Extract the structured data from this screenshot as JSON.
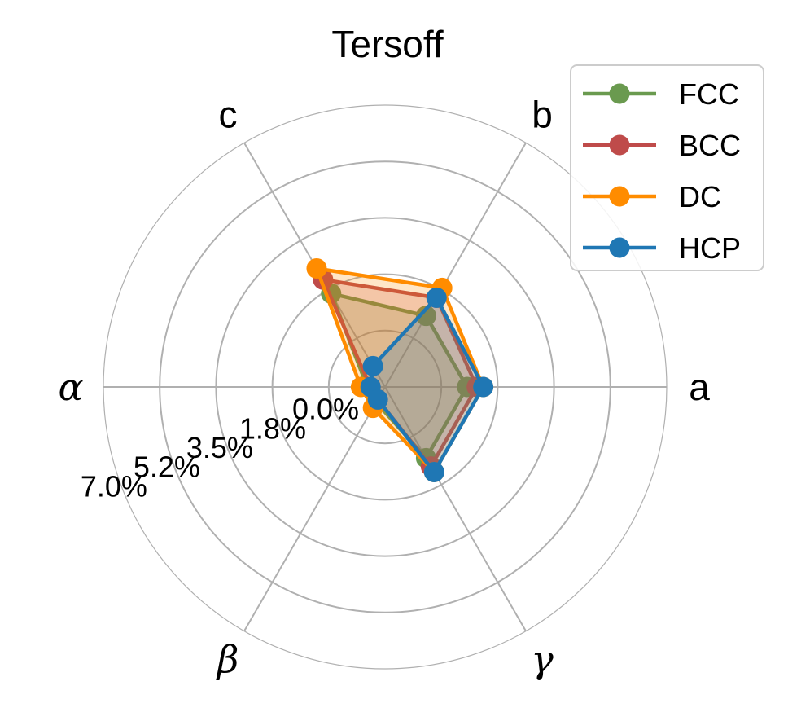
{
  "chart_data": {
    "type": "radar",
    "title": "Tersoff",
    "axes": [
      "a",
      "b",
      "c",
      "α",
      "β",
      "γ"
    ],
    "radial_tick_labels": [
      "0.0%",
      "1.8%",
      "3.5%",
      "5.2%",
      "7.0%"
    ],
    "radial_ticks": [
      0,
      1.75,
      3.5,
      5.25,
      7.0
    ],
    "rlim": [
      -1.75,
      7.0
    ],
    "grid": true,
    "legend_position": "top-right",
    "series": [
      {
        "name": "FCC",
        "color": "#6a9a4f",
        "values": [
          0.8,
          0.8,
          1.6,
          -1.2,
          -1.2,
          0.8
        ]
      },
      {
        "name": "BCC",
        "color": "#bf4b4a",
        "values": [
          1.1,
          1.45,
          2.1,
          -1.3,
          -1.3,
          1.1
        ]
      },
      {
        "name": "DC",
        "color": "#ff8c00",
        "values": [
          1.3,
          1.8,
          2.5,
          -1.0,
          -1.0,
          1.3
        ]
      },
      {
        "name": "HCP",
        "color": "#1f77b4",
        "values": [
          1.3,
          1.45,
          -1.0,
          -1.3,
          -1.3,
          1.3
        ]
      }
    ]
  }
}
